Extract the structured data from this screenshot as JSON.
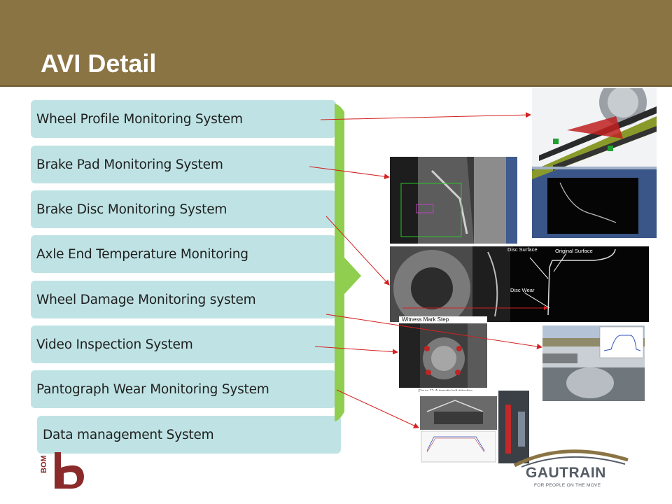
{
  "slide": {
    "title": "AVI Detail"
  },
  "items": [
    {
      "label": "Wheel Profile Monitoring System"
    },
    {
      "label": "Brake Pad Monitoring System"
    },
    {
      "label": "Brake Disc Monitoring System"
    },
    {
      "label": "Axle End Temperature Monitoring"
    },
    {
      "label": "Wheel Damage Monitoring system"
    },
    {
      "label": "Video Inspection System"
    },
    {
      "label": "Pantograph Wear Monitoring System"
    },
    {
      "label": "Data management System"
    }
  ],
  "images": {
    "disc_surface": "Disc Surface",
    "original_surface": "Original Surface",
    "disc_wear": "Disc Wear",
    "witness_mark": "Witness Mark Step",
    "figure_caption": "Figure 17: Automatic bolt detection"
  },
  "logos": {
    "left_brand": "BOM",
    "gautrain_name": "GAUTRAIN",
    "gautrain_tagline": "FOR PEOPLE ON THE MOVE"
  },
  "colors": {
    "header": "#8b7444",
    "item_fill": "#bfe3e4",
    "brace": "#8fce4e",
    "arrow": "#d42020",
    "bombela": "#8b2a2a"
  }
}
